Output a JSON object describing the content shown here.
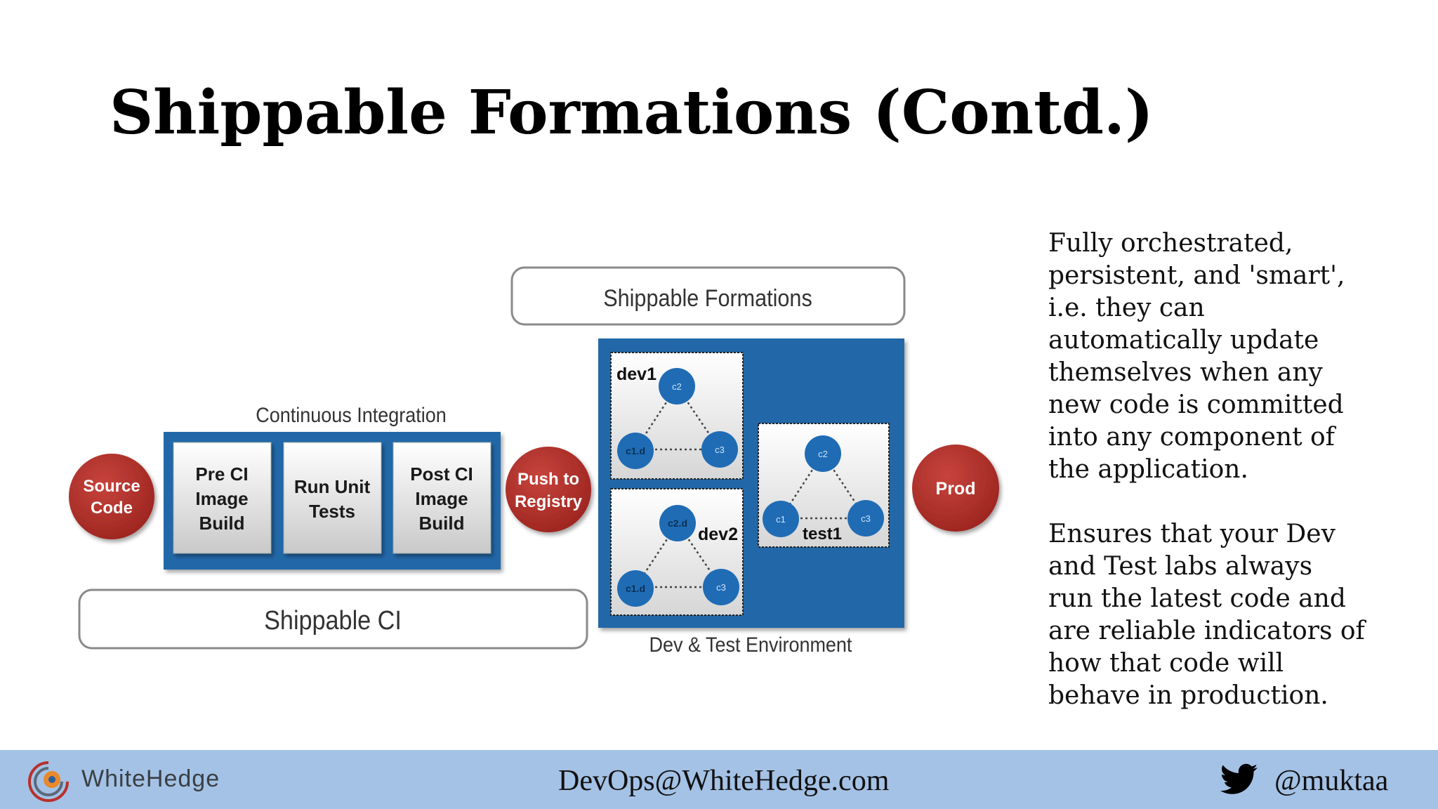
{
  "slide": {
    "title": "Shippable Formations (Contd.)"
  },
  "diagram": {
    "shippable_formations_label": "Shippable Formations",
    "continuous_integration_label": "Continuous Integration",
    "source_code_lines": [
      "Source",
      "Code"
    ],
    "ci_steps": [
      {
        "lines": [
          "Pre CI",
          "Image",
          "Build"
        ]
      },
      {
        "lines": [
          "Run Unit",
          "Tests"
        ]
      },
      {
        "lines": [
          "Post CI",
          "Image",
          "Build"
        ]
      }
    ],
    "push_registry_lines": [
      "Push to",
      "Registry"
    ],
    "prod_label": "Prod",
    "shippable_ci_label": "Shippable CI",
    "dev_test_env_label": "Dev & Test Environment",
    "env_boxes": {
      "dev1": {
        "label": "dev1",
        "nodes": [
          "c2",
          "c1.d",
          "c3"
        ]
      },
      "dev2": {
        "label": "dev2",
        "nodes": [
          "c2.d",
          "c1.d",
          "c3"
        ]
      },
      "test1": {
        "label": "test1",
        "nodes": [
          "c2",
          "c1",
          "c3"
        ]
      }
    },
    "colors": {
      "red_node": "#b8302a",
      "blue_panel": "#2167a8",
      "blue_node": "#1f6cb5"
    }
  },
  "body": {
    "paragraph1_lines": [
      "Fully orchestrated,",
      "persistent, and 'smart',",
      "i.e. they can",
      "automatically update",
      "themselves when any",
      "new code is committed",
      "into any component of",
      "the application."
    ],
    "paragraph2_lines": [
      "Ensures that your Dev",
      "and Test labs always",
      "run the latest code and",
      "are reliable indicators of",
      "how that code will",
      "behave in production."
    ]
  },
  "footer": {
    "brand": "WhiteHedge",
    "email": "DevOps@WhiteHedge.com",
    "handle": "@muktaa",
    "background": "#a4c2e6"
  }
}
